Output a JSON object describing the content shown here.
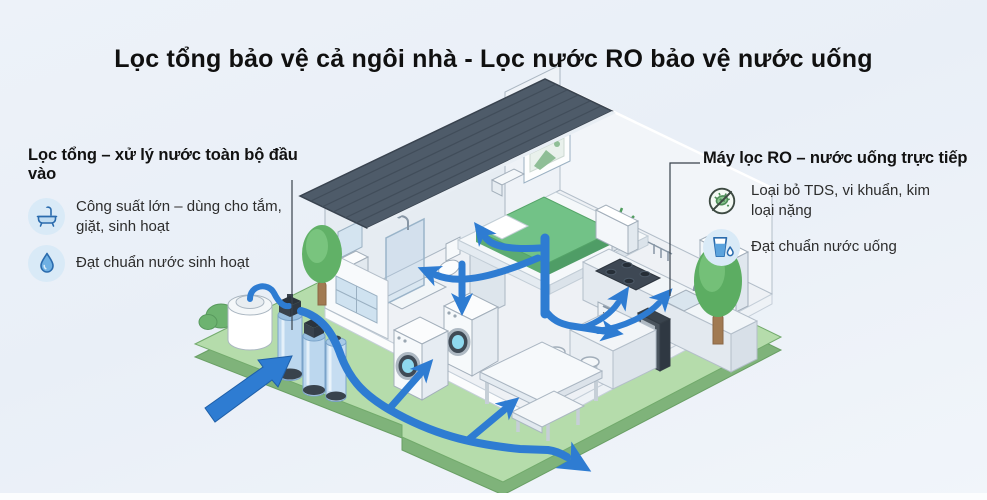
{
  "title": "Lọc tổng bảo vệ cả ngôi nhà - Lọc nước RO bảo vệ nước uống",
  "left_callout": {
    "heading": "Lọc tổng – xử lý nước toàn bộ đầu vào",
    "items": [
      {
        "icon": "bathtub-icon",
        "text": "Công suất lớn – dùng cho tắm, giặt, sinh hoạt"
      },
      {
        "icon": "water-drop-icon",
        "text": "Đạt chuẩn nước sinh hoạt"
      }
    ]
  },
  "right_callout": {
    "heading": "Máy lọc RO – nước uống trực tiếp",
    "items": [
      {
        "icon": "no-pathogen-icon",
        "text": "Loại bỏ TDS, vi khuẩn, kim loại nặng"
      },
      {
        "icon": "water-glass-icon",
        "text": "Đạt chuẩn nước uống"
      }
    ]
  },
  "colors": {
    "pipe_blue": "#2e7cd2",
    "lawn_green": "#b5dcab",
    "roof_slate": "#4e5b69",
    "icon_outline_blue": "#2a6bad",
    "germ_green": "#7fc083",
    "title_text": "#101010"
  }
}
